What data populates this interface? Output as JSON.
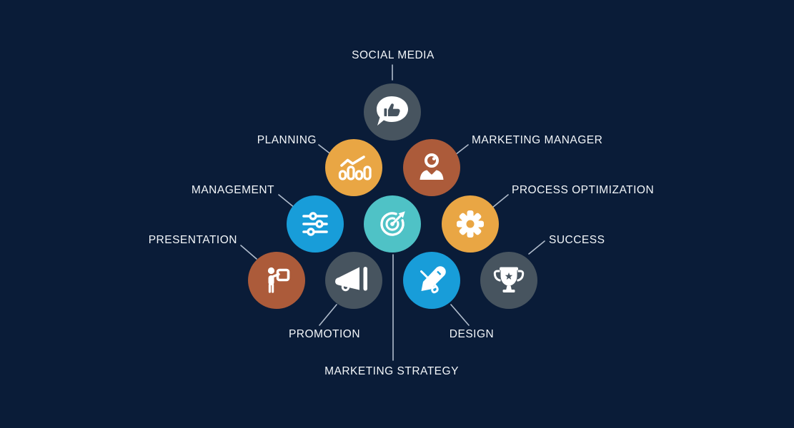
{
  "page": {
    "type": "infographic-diagram",
    "description": "Marketing concept pyramid of circular icon badges connected by thin lines to uppercase labels on a dark navy background"
  },
  "colors": {
    "background": "#0A1C38",
    "slate": "#47545F",
    "amber": "#E9A644",
    "rust": "#AC5B3A",
    "blue": "#189DD9",
    "teal": "#4FC2C6",
    "connector": "#C7D2E0",
    "label_text": "#F4F7FA",
    "glyph": "#FFFFFF"
  },
  "diagram": {
    "nodes": [
      {
        "label": "SOCIAL MEDIA",
        "icon": "speech-bubble-thumbs-up-icon",
        "color": "slate",
        "row": 1
      },
      {
        "label": "PLANNING",
        "icon": "bar-chart-trend-icon",
        "color": "amber",
        "row": 2
      },
      {
        "label": "MARKETING MANAGER",
        "icon": "person-icon",
        "color": "rust",
        "row": 2
      },
      {
        "label": "MANAGEMENT",
        "icon": "sliders-icon",
        "color": "blue",
        "row": 3
      },
      {
        "label": "MARKETING STRATEGY",
        "icon": "target-dart-icon",
        "color": "teal",
        "row": 3
      },
      {
        "label": "PROCESS OPTIMIZATION",
        "icon": "gear-icon",
        "color": "amber",
        "row": 3
      },
      {
        "label": "PRESENTATION",
        "icon": "presenter-whiteboard-icon",
        "color": "rust",
        "row": 4
      },
      {
        "label": "PROMOTION",
        "icon": "megaphone-icon",
        "color": "slate",
        "row": 4
      },
      {
        "label": "DESIGN",
        "icon": "pencil-tool-icon",
        "color": "blue",
        "row": 4
      },
      {
        "label": "SUCCESS",
        "icon": "trophy-icon",
        "color": "slate",
        "row": 4
      }
    ]
  }
}
